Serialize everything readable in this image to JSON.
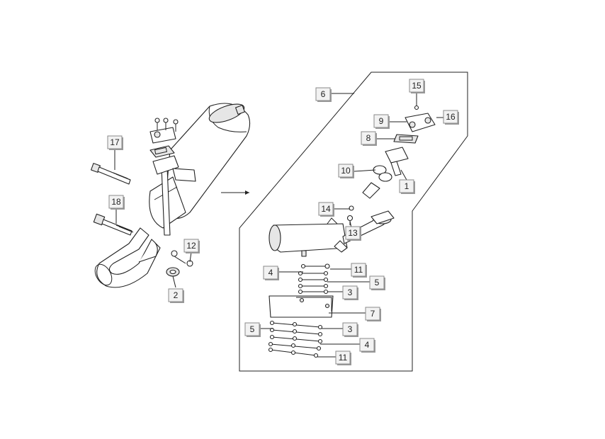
{
  "callouts": [
    {
      "id": "c1",
      "text": "1"
    },
    {
      "id": "c2",
      "text": "2"
    },
    {
      "id": "c3a",
      "text": "3"
    },
    {
      "id": "c3b",
      "text": "3"
    },
    {
      "id": "c4a",
      "text": "4"
    },
    {
      "id": "c4b",
      "text": "4"
    },
    {
      "id": "c5a",
      "text": "5"
    },
    {
      "id": "c5b",
      "text": "5"
    },
    {
      "id": "c6",
      "text": "6"
    },
    {
      "id": "c7",
      "text": "7"
    },
    {
      "id": "c8",
      "text": "8"
    },
    {
      "id": "c9",
      "text": "9"
    },
    {
      "id": "c10",
      "text": "10"
    },
    {
      "id": "c11a",
      "text": "11"
    },
    {
      "id": "c11b",
      "text": "11"
    },
    {
      "id": "c12",
      "text": "12"
    },
    {
      "id": "c13",
      "text": "13"
    },
    {
      "id": "c14",
      "text": "14"
    },
    {
      "id": "c15",
      "text": "15"
    },
    {
      "id": "c16",
      "text": "16"
    },
    {
      "id": "c17",
      "text": "17"
    },
    {
      "id": "c18",
      "text": "18"
    }
  ]
}
